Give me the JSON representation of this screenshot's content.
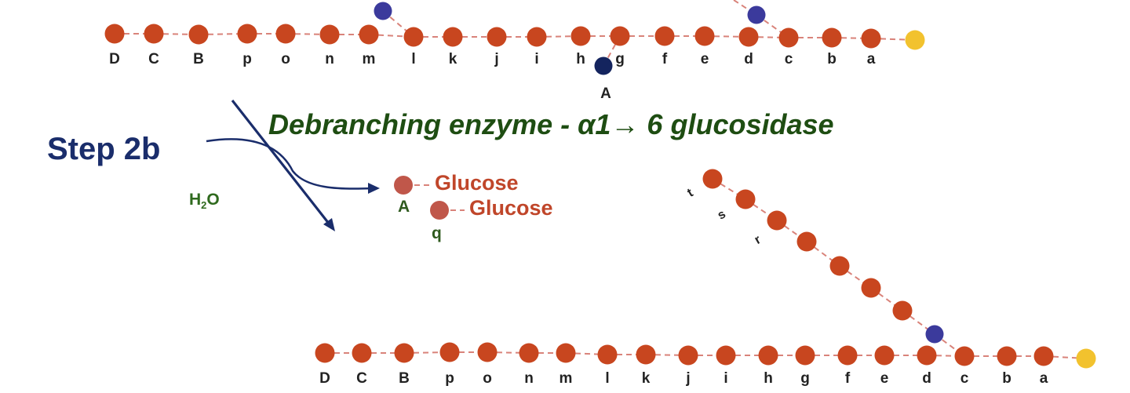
{
  "title": "Debranching enzyme - α1→ 6 glucosidase",
  "step_label": "Step 2b",
  "water": {
    "main": "H",
    "sub": "2",
    "tail": "O"
  },
  "top_chain": {
    "labels": [
      "D",
      "C",
      "B",
      "p",
      "o",
      "n",
      "m",
      "l",
      "k",
      "j",
      "i",
      "h",
      "g",
      "f",
      "e",
      "d",
      "c",
      "b",
      "a"
    ],
    "branch_point_label": "A"
  },
  "bottom_chain": {
    "labels": [
      "D",
      "C",
      "B",
      "p",
      "o",
      "n",
      "m",
      "l",
      "k",
      "j",
      "i",
      "h",
      "g",
      "f",
      "e",
      "d",
      "c",
      "b",
      "a"
    ],
    "branch_labels": [
      "t",
      "s",
      "r"
    ]
  },
  "products": [
    {
      "residue": "A",
      "name": "Glucose"
    },
    {
      "residue": "q",
      "name": "Glucose"
    }
  ],
  "colors": {
    "glucose_residue": "#c8461f",
    "released_glucose": "#c0574a",
    "branch_link": "#3b3a9c",
    "branch_point": "#14245e",
    "reducing_end": "#f2c22e",
    "title": "#1e4d12",
    "step": "#1a2d6b",
    "bond": "#d9837a"
  }
}
